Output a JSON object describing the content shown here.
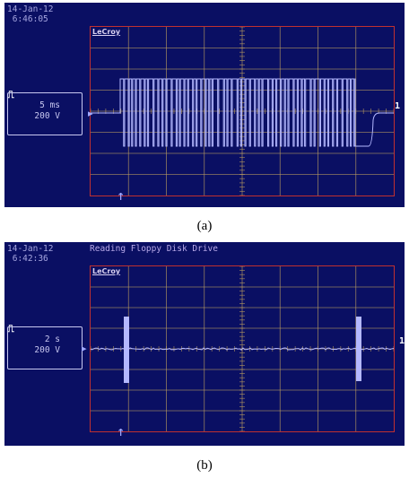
{
  "panels": [
    {
      "id": "a",
      "datetime": "14-Jan-12\n 6:46:05",
      "title": "",
      "brand": "LeCroy",
      "timebase": "5 ms",
      "volts": "200 V",
      "channel_marker": "1",
      "caption": "(a)",
      "waveform": "dense pulse burst (square pulses) across most of the screen, then decaying step"
    },
    {
      "id": "b",
      "datetime": "14-Jan-12\n 6:42:36",
      "title": "Reading Floppy Disk Drive",
      "brand": "LeCroy",
      "timebase": "2 s",
      "volts": "200 V",
      "channel_marker": "1",
      "caption": "(b)",
      "waveform": "flat baseline with two short high-amplitude bursts"
    }
  ],
  "colors": {
    "background": "#0a0f63",
    "grid": "#bfa060",
    "border": "#c03030",
    "trace": "#b4b8ff"
  }
}
